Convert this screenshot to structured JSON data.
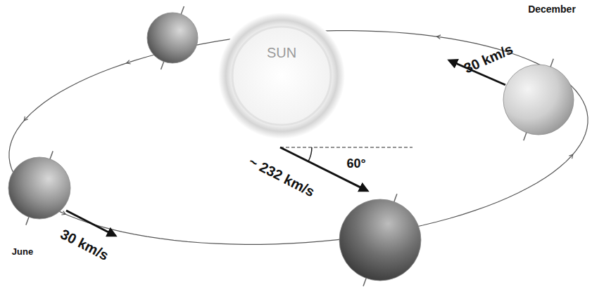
{
  "diagram": {
    "nodes": [
      {
        "text": [
          "SUN"
        ]
      }
    ],
    "labels": [
      "30 km/s",
      "December",
      "~ 232 km/s",
      "60°",
      "June",
      "30 km/s"
    ]
  }
}
